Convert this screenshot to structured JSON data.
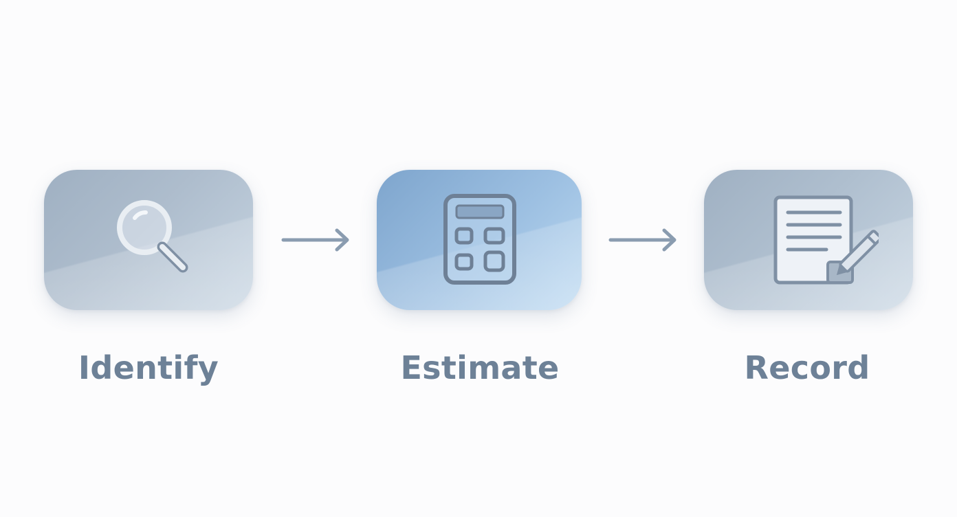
{
  "steps": [
    {
      "label": "Identify",
      "icon": "magnifying-glass-icon"
    },
    {
      "label": "Estimate",
      "icon": "calculator-icon"
    },
    {
      "label": "Record",
      "icon": "document-with-pencil-icon"
    }
  ],
  "connectors": [
    "right-arrow-icon",
    "right-arrow-icon"
  ],
  "colors": {
    "background": "#fcfcfd",
    "label_text": "#6d8197",
    "neutral_box": "#aebdcd",
    "highlight_box": "#9dc0e2",
    "icon_stroke": "#6e8096",
    "arrow": "#8a9cb0"
  }
}
